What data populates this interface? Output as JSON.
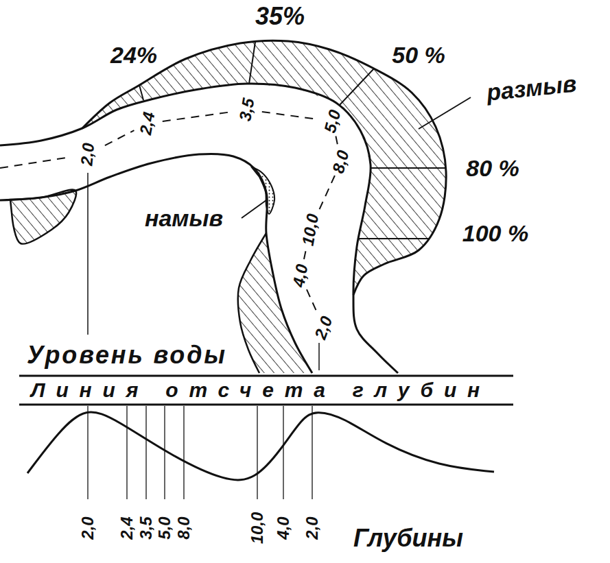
{
  "diagram": {
    "labels": [
      "35%",
      "24%",
      "50 %",
      "размыв",
      "80 %",
      "100 %",
      "2,0",
      "2,4",
      "3,5",
      "5,0",
      "8,0",
      "намыв",
      "10,0",
      "4,0",
      "2,0",
      "Уровень воды",
      "Линия отсчета глубин",
      "2,0",
      "2,4",
      "3,5",
      "5,0",
      "8,0",
      "10,0",
      "4,0",
      "2,0",
      "Глубины"
    ]
  }
}
